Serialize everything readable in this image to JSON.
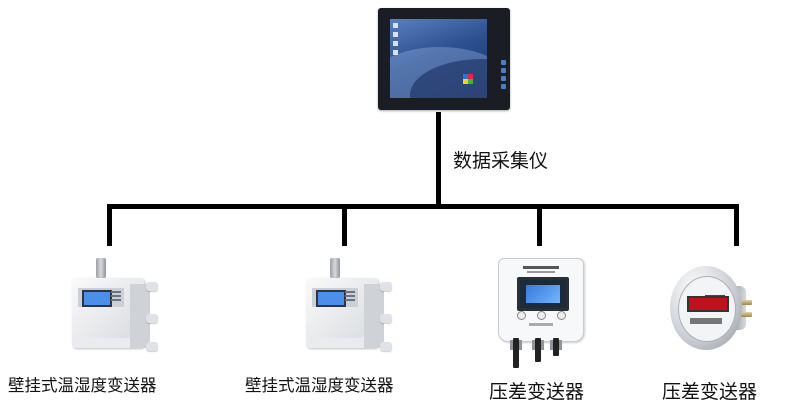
{
  "hub": {
    "label": "数据采集仪",
    "icon": "industrial-panel-pc-icon"
  },
  "devices": [
    {
      "label": "壁挂式温湿度变送器",
      "icon": "wall-mount-humidity-transmitter-icon"
    },
    {
      "label": "壁挂式温湿度变送器",
      "icon": "wall-mount-humidity-transmitter-icon"
    },
    {
      "label": "压差变送器",
      "icon": "pressure-transmitter-icon"
    },
    {
      "label": "压差变送器",
      "icon": "differential-pressure-gauge-icon"
    }
  ],
  "colors": {
    "line": "#000000",
    "text": "#111111",
    "lcd": "#4c8fe8",
    "led": "#c0111d"
  }
}
